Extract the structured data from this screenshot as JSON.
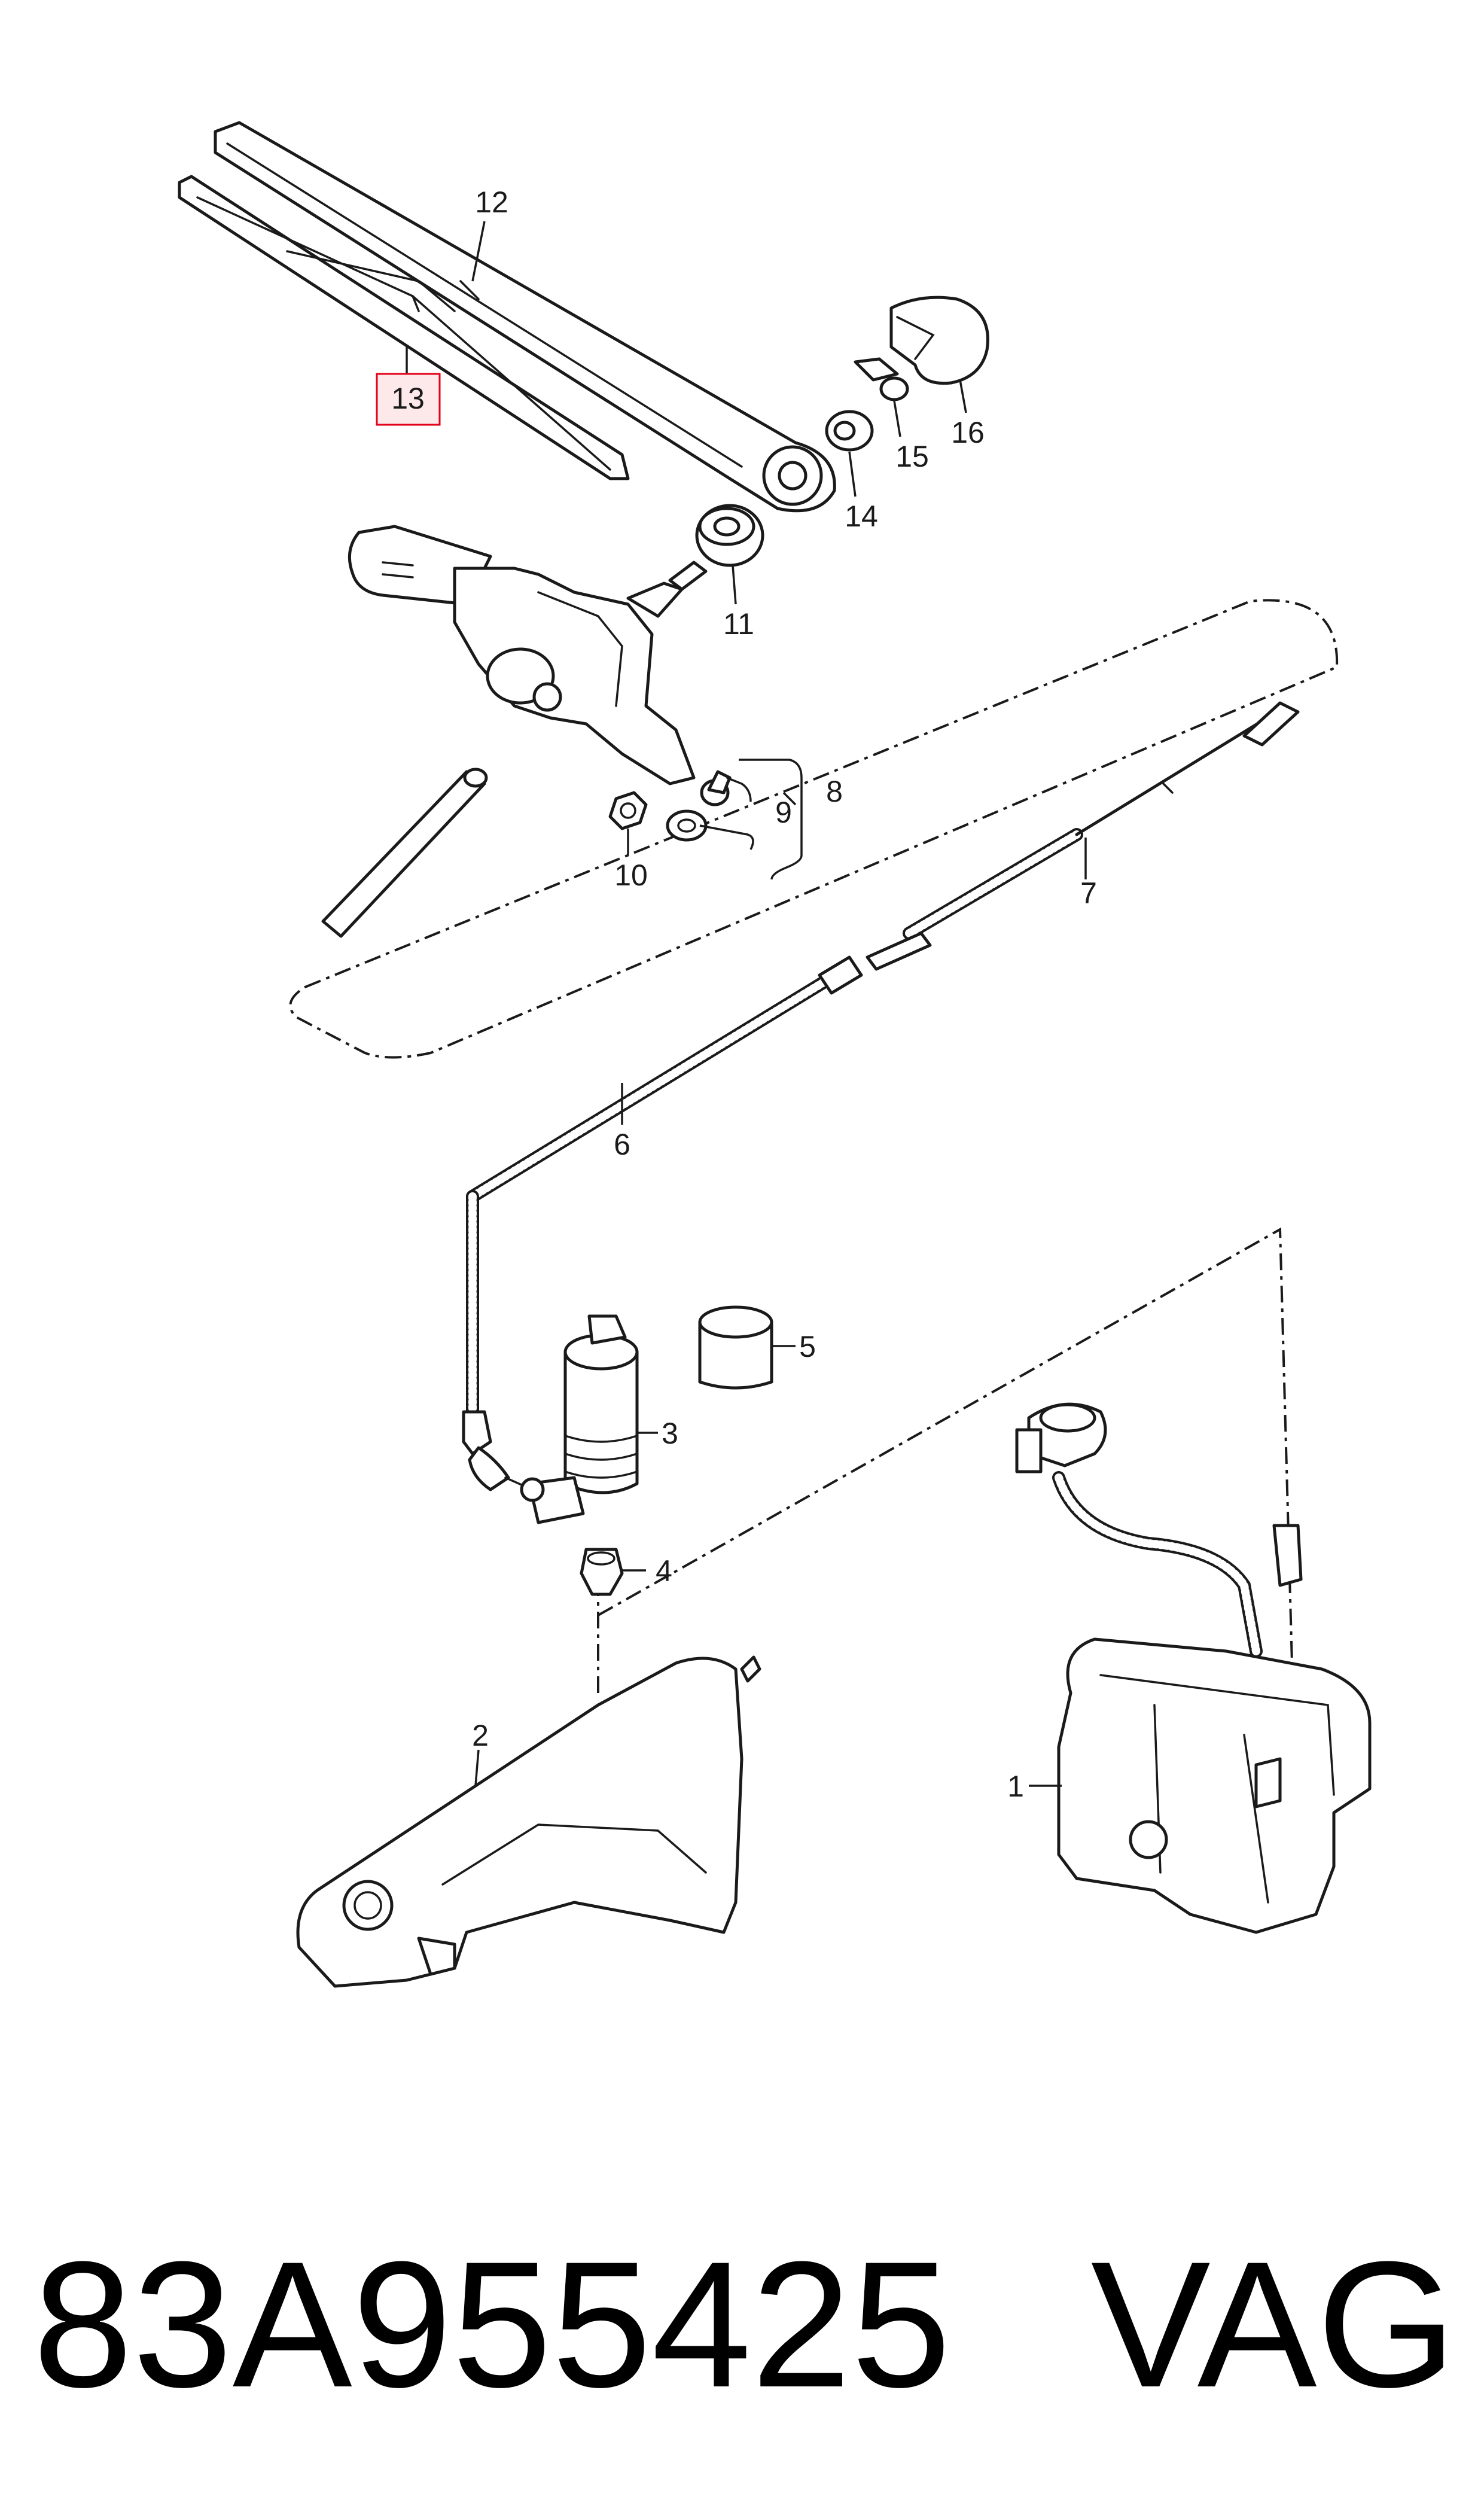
{
  "callouts": {
    "c1": "1",
    "c2": "2",
    "c3": "3",
    "c4": "4",
    "c5": "5",
    "c6": "6",
    "c7": "7",
    "c8": "8",
    "c9": "9",
    "c10": "10",
    "c11": "11",
    "c12": "12",
    "c13": "13",
    "c14": "14",
    "c15": "15",
    "c16": "16"
  },
  "highlight": {
    "callout": "13",
    "color": "#e2001a",
    "fill": "#fde8ea"
  },
  "caption": {
    "part_number": "83A955425",
    "brand": "VAG"
  }
}
